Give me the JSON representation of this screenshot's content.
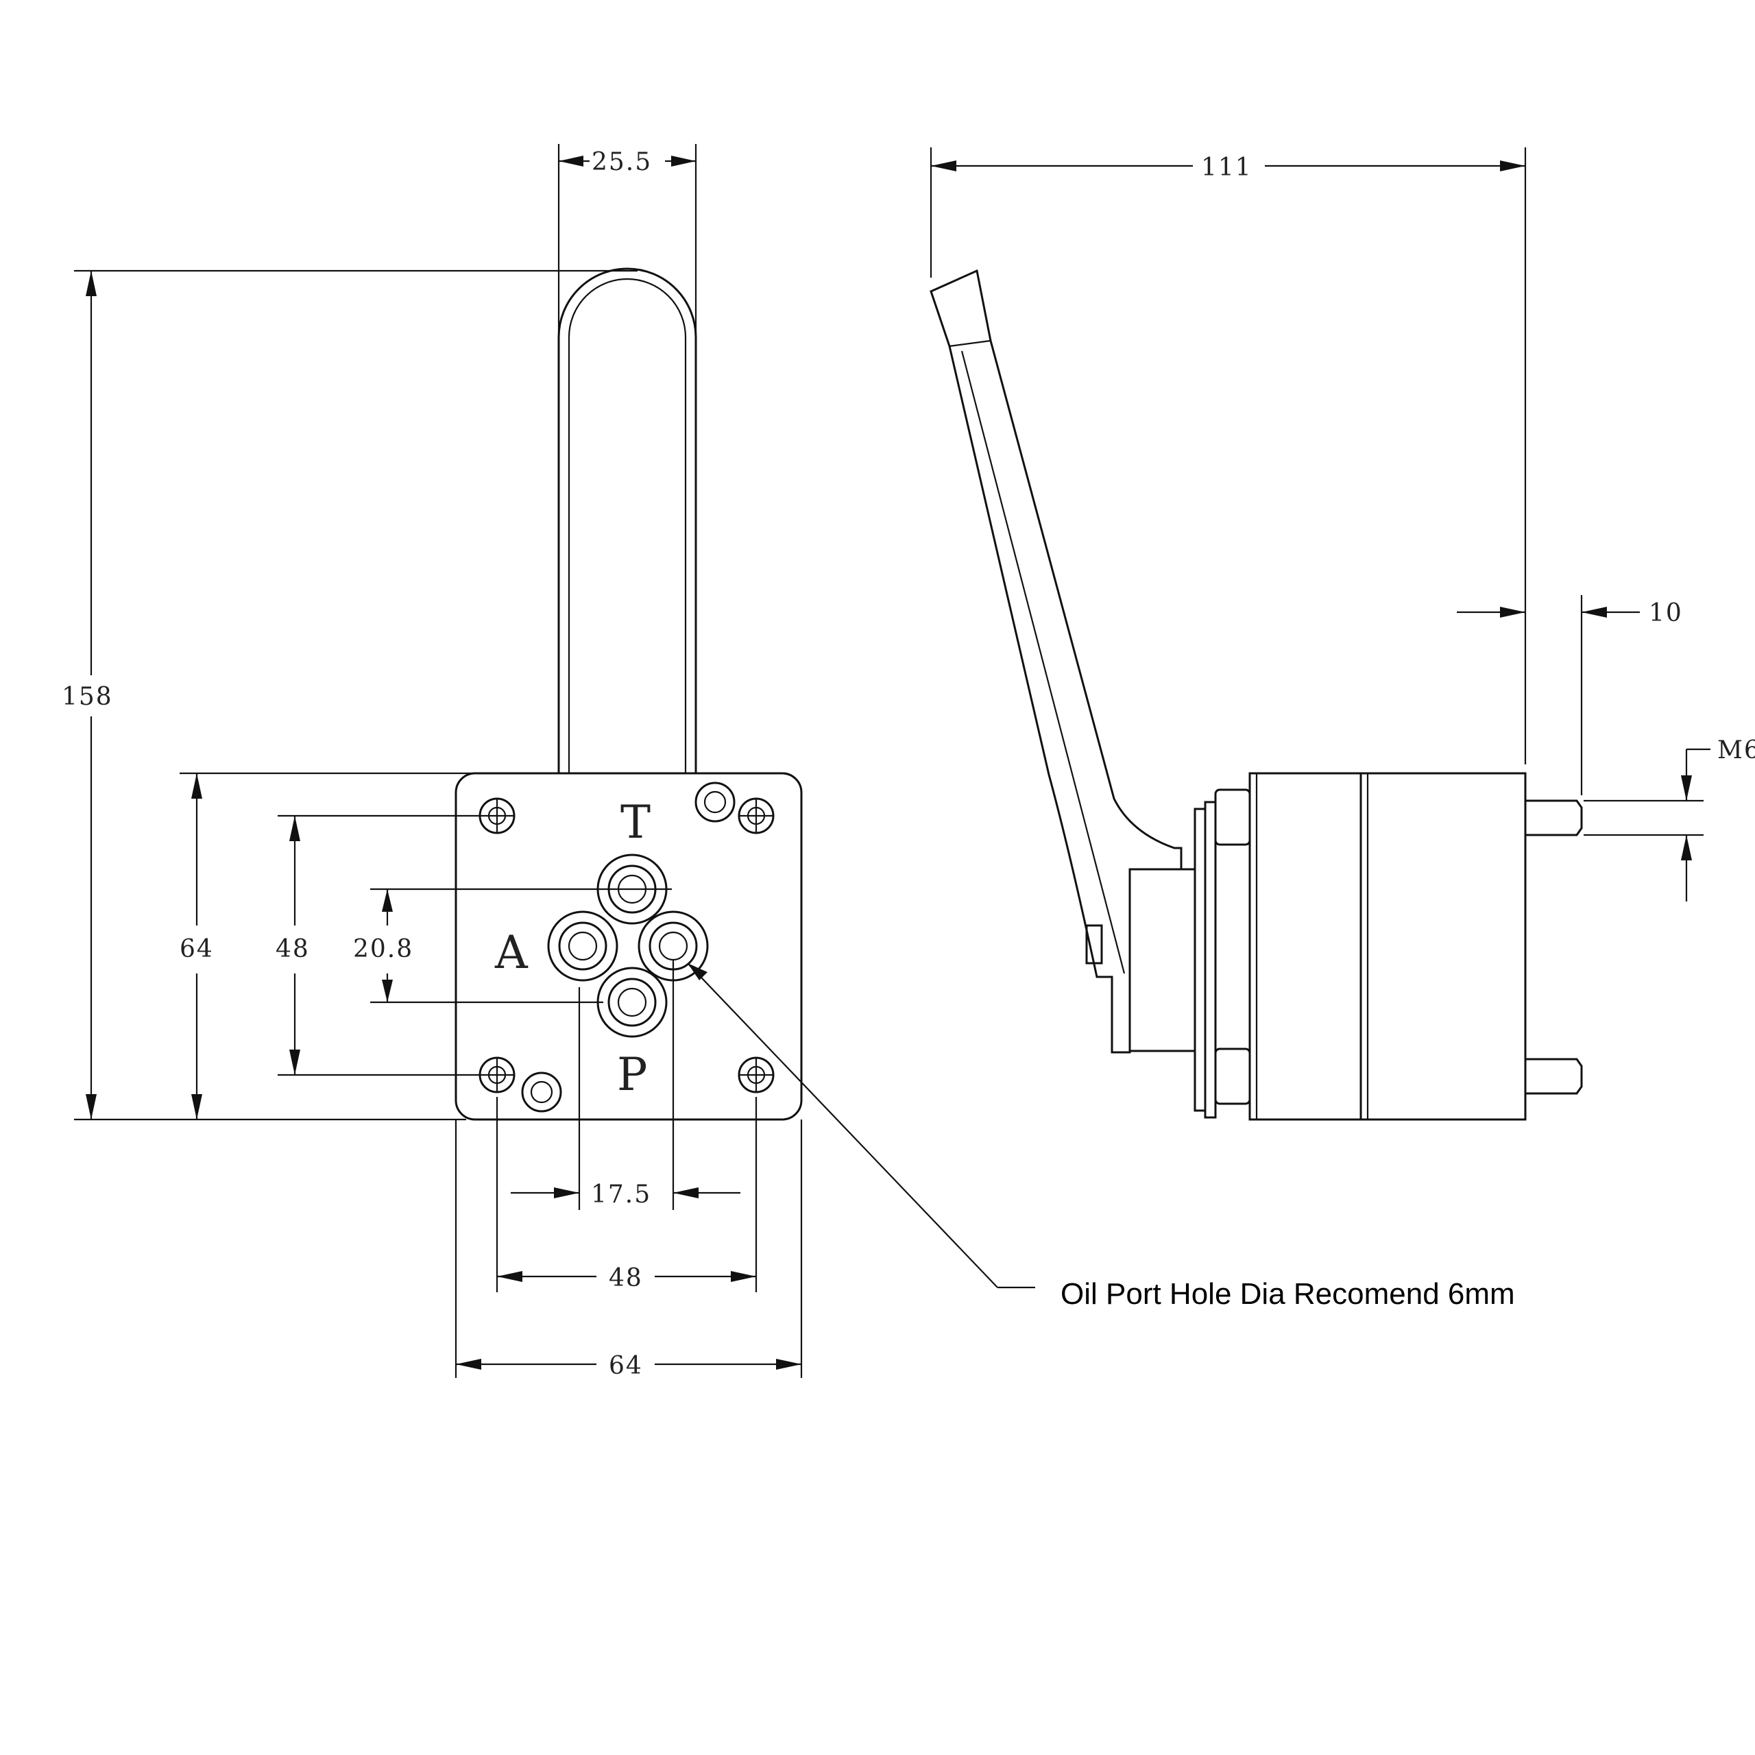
{
  "dimensions": {
    "handle_width": "25.5",
    "total_height": "158",
    "plate_height": "64",
    "bolt_pitch_vertical": "48",
    "port_spacing_vertical": "20.8",
    "port_spacing_horizontal": "17.5",
    "bolt_pitch_horizontal": "48",
    "plate_width": "64",
    "side_length": "111",
    "stud_length": "10",
    "thread": "M6"
  },
  "ports": {
    "top": "T",
    "left": "A",
    "bottom": "P"
  },
  "note": "Oil Port Hole Dia Recomend 6mm"
}
